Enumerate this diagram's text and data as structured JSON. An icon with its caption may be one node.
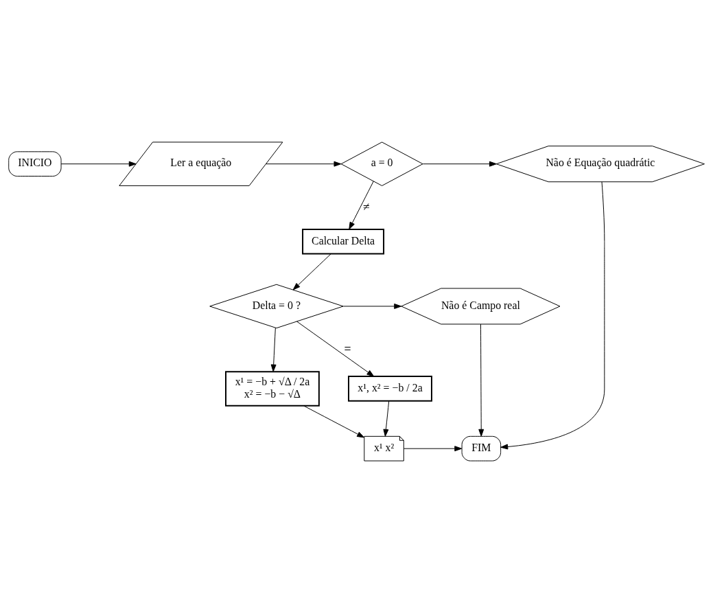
{
  "diagram": {
    "nodes": [
      {
        "text": [
          "INICIO"
        ]
      },
      {
        "text": [
          "Ler a equação"
        ]
      },
      {
        "text": [
          "a = 0"
        ]
      },
      {
        "text": [
          "Não é Equação quadrátic"
        ]
      },
      {
        "text": [
          "Calcular Delta"
        ]
      },
      {
        "text": [
          "Delta = 0 ?"
        ]
      },
      {
        "text": [
          "Não é Campo real"
        ]
      },
      {
        "text": [
          "x¹ = −b + √Δ / 2a",
          "x² = −b − √Δ"
        ]
      },
      {
        "text": [
          "x¹, x² = −b / 2a"
        ]
      },
      {
        "text": [
          "x¹ x²"
        ]
      },
      {
        "text": [
          "FIM"
        ]
      }
    ],
    "edges": [
      {
        "from": 0,
        "to": 1,
        "arrow": "to"
      },
      {
        "from": 1,
        "to": 2,
        "arrow": "to"
      },
      {
        "from": 2,
        "to": 3,
        "arrow": "to"
      },
      {
        "from": 2,
        "to": 4,
        "arrow": "to",
        "label": "≠"
      },
      {
        "from": 4,
        "to": 5,
        "arrow": "to"
      },
      {
        "from": 5,
        "to": 6,
        "arrow": "to"
      },
      {
        "from": 5,
        "to": 7,
        "arrow": "to"
      },
      {
        "from": 5,
        "to": 8,
        "arrow": "to",
        "label": "="
      },
      {
        "from": 3,
        "to": 10,
        "arrow": "to"
      },
      {
        "from": 6,
        "to": 10,
        "arrow": "to"
      },
      {
        "from": 7,
        "to": 9,
        "arrow": "to"
      },
      {
        "from": 8,
        "to": 9,
        "arrow": "to"
      },
      {
        "from": 9,
        "to": 10,
        "arrow": "to"
      }
    ]
  }
}
